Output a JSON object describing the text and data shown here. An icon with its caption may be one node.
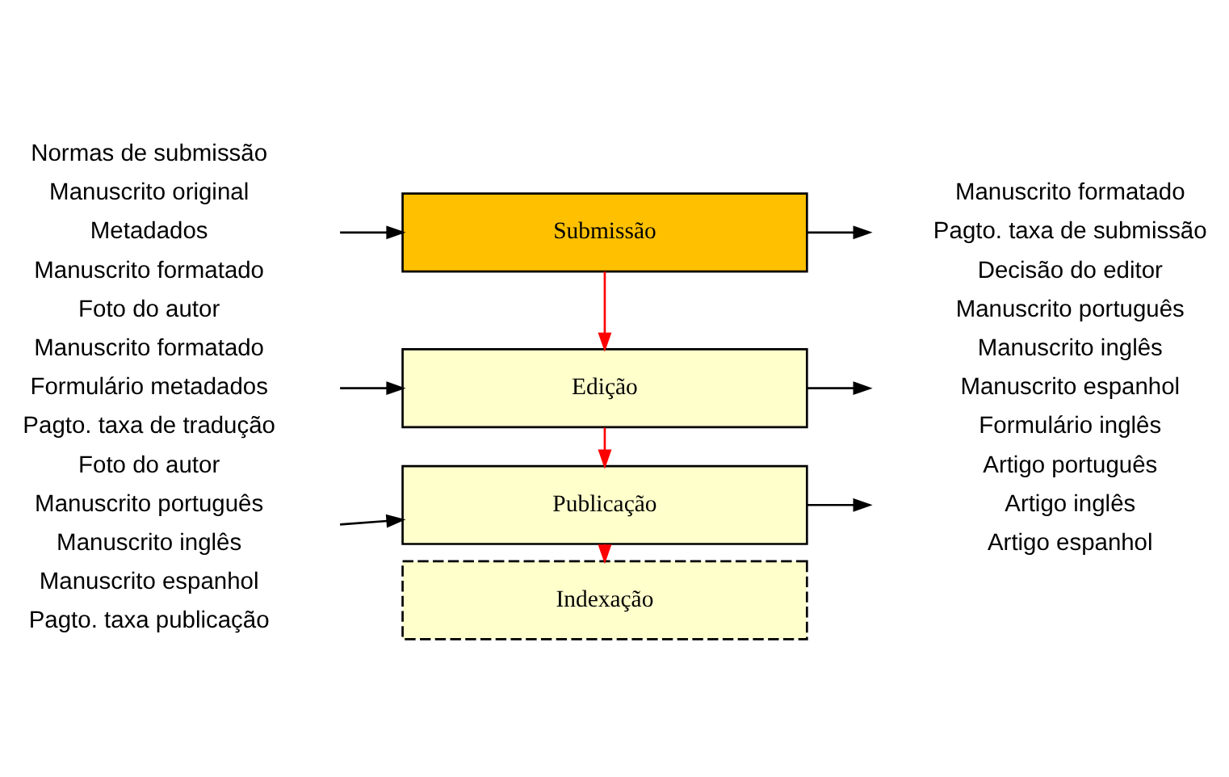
{
  "diagram": {
    "nodes": [
      {
        "text": [
          "Submissão"
        ]
      },
      {
        "text": [
          "Edição"
        ]
      },
      {
        "text": [
          "Publicação"
        ]
      },
      {
        "text": [
          "Indexação"
        ]
      }
    ],
    "edges": [
      {
        "from": 0,
        "to": 1,
        "arrow": "to",
        "color": "#ff0000"
      },
      {
        "from": 1,
        "to": 2,
        "arrow": "to",
        "color": "#ff0000"
      },
      {
        "from": 2,
        "to": 3,
        "arrow": "to",
        "color": "#ff0000"
      },
      {
        "from": null,
        "to": 0,
        "arrow": "to"
      },
      {
        "from": 0,
        "to": null,
        "arrow": "to"
      },
      {
        "from": null,
        "to": 1,
        "arrow": "to"
      },
      {
        "from": 1,
        "to": null,
        "arrow": "to"
      },
      {
        "from": null,
        "to": 2,
        "arrow": "to"
      },
      {
        "from": 2,
        "to": null,
        "arrow": "to"
      }
    ],
    "labels": [
      "Normas de submissão",
      "Manuscrito original",
      "Metadados",
      "Manuscrito formatado",
      "Manuscrito formatado",
      "Pagto. taxa de submissão",
      "Decisão do editor",
      "Foto do autor",
      "Manuscrito formatado",
      "Formulário metadados",
      "Pagto. taxa de tradução",
      "Manuscrito português",
      "Manuscrito inglês",
      "Manuscrito espanhol",
      "Formulário inglês",
      "Foto do autor",
      "Manuscrito português",
      "Manuscrito inglês",
      "Manuscrito espanhol",
      "Pagto. taxa publicação",
      "Artigo português",
      "Artigo inglês",
      "Artigo espanhol"
    ]
  }
}
